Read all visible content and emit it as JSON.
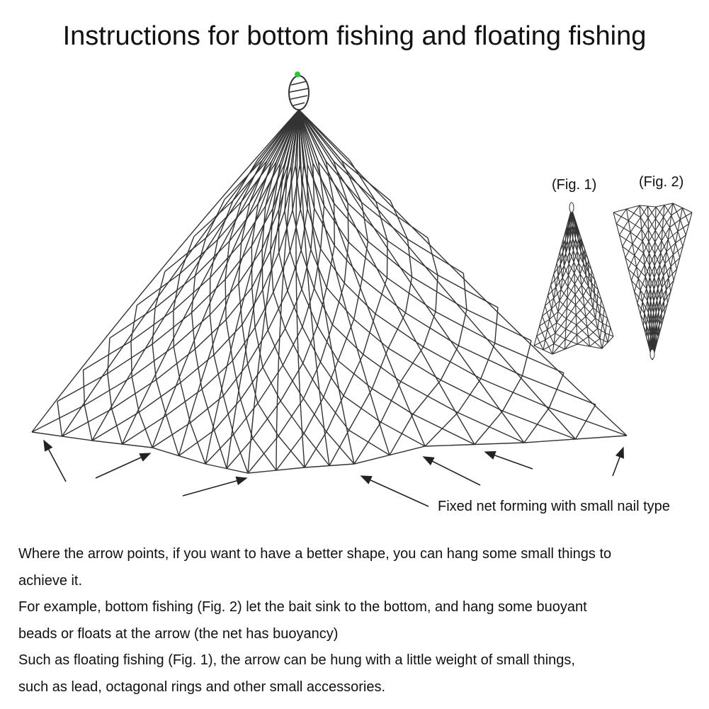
{
  "title": "Instructions for bottom fishing and floating fishing",
  "figures": {
    "fig1_label": "(Fig. 1)",
    "fig2_label": "(Fig. 2)"
  },
  "caption": "Fixed net forming with small nail type",
  "paragraph_lines": [
    "Where the arrow points, if you want to have a better shape, you can hang some small things to",
    "achieve it.",
    "For example, bottom fishing (Fig. 2) let the bait sink to the bottom, and hang some buoyant",
    "beads or floats at the arrow (the net has buoyancy)",
    "Such as floating fishing (Fig. 1), the arrow can be hung with a little weight of small things,",
    "such as lead, octagonal rings and other small accessories."
  ],
  "colors": {
    "line": "#333333",
    "bead_tip": "#22cc33"
  }
}
